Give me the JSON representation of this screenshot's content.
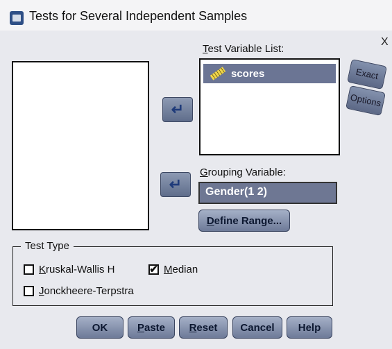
{
  "window": {
    "title": "Tests for Several Independent Samples",
    "close_glyph": "X"
  },
  "test_variable_list": {
    "label_u": "T",
    "label_rest": "est Variable List:",
    "items": [
      {
        "name": "scores"
      }
    ]
  },
  "grouping_variable": {
    "label_u": "G",
    "label_rest": "rouping Variable:",
    "value": "Gender(1 2)"
  },
  "define_range": {
    "label_u": "D",
    "label_rest": "efine Range..."
  },
  "side_buttons": {
    "exact": "Exact",
    "options": "Options"
  },
  "arrow_glyph": "↵",
  "test_type": {
    "legend": "Test Type",
    "options": [
      {
        "u": "K",
        "rest": "ruskal-Wallis H",
        "checked": false
      },
      {
        "u": "M",
        "rest": "edian",
        "checked": true
      },
      {
        "u": "J",
        "rest": "onckheere-Terpstra",
        "checked": false
      }
    ],
    "check_glyph": "✔"
  },
  "buttons": {
    "ok": "OK",
    "paste_u": "P",
    "paste_rest": "aste",
    "reset_u": "R",
    "reset_rest": "eset",
    "cancel": "Cancel",
    "help": "Help"
  }
}
